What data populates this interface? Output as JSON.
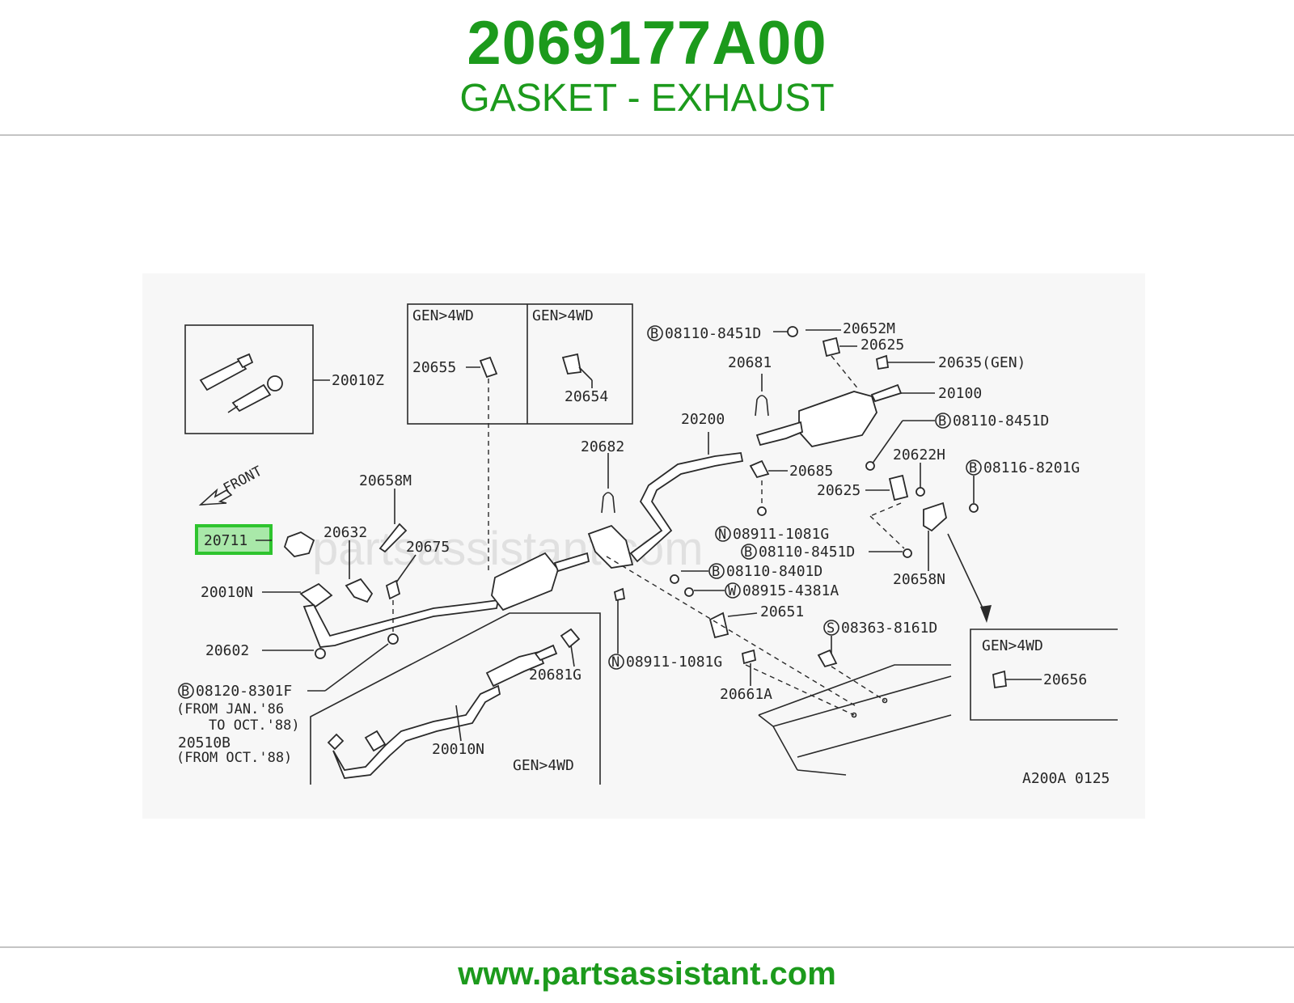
{
  "header": {
    "part_number": "2069177A00",
    "part_name": "GASKET - EXHAUST"
  },
  "footer": {
    "url": "www.partsassistant.com"
  },
  "diagram": {
    "watermark": "partsassistant.com",
    "reference_code": "A200A 0125",
    "front_label": "FRONT",
    "highlighted_part": "20711",
    "variant_labels": {
      "box_a": "GEN>4WD",
      "box_b": "GEN>4WD",
      "box_c": "GEN>4WD",
      "lower": "GEN>4WD"
    },
    "parts": {
      "p20010Z": "20010Z",
      "p20010N_a": "20010N",
      "p20010N_b": "20010N",
      "p20602": "20602",
      "p20632": "20632",
      "p20658M": "20658M",
      "p20675": "20675",
      "p20655": "20655",
      "p20654": "20654",
      "p20682": "20682",
      "p20200": "20200",
      "p20681": "20681",
      "p20685": "20685",
      "p20625_a": "20625",
      "p20625_b": "20625",
      "p20652M": "20652M",
      "p20635": "20635(GEN)",
      "p20100": "20100",
      "p20622H": "20622H",
      "p20658N": "20658N",
      "p20651": "20651",
      "p20661A": "20661A",
      "p20681G": "20681G",
      "p20656": "20656",
      "p20510B": "20510B"
    },
    "fasteners": {
      "f1_code": "B",
      "f1": "08110-8451D",
      "f2_code": "B",
      "f2": "08110-8451D",
      "f3_code": "B",
      "f3": "08116-8201G",
      "f4_code": "N",
      "f4": "08911-1081G",
      "f5_code": "B",
      "f5": "08110-8451D",
      "f6_code": "B",
      "f6": "08110-8401D",
      "f7_code": "W",
      "f7": "08915-4381A",
      "f8_code": "S",
      "f8": "08363-8161D",
      "f9_code": "N",
      "f9": "08911-1081G",
      "f10_code": "B",
      "f10": "08120-8301F"
    },
    "notes": {
      "n1": "(FROM JAN.'86",
      "n2": "TO OCT.'88)",
      "n3": "(FROM OCT.'88)"
    }
  }
}
